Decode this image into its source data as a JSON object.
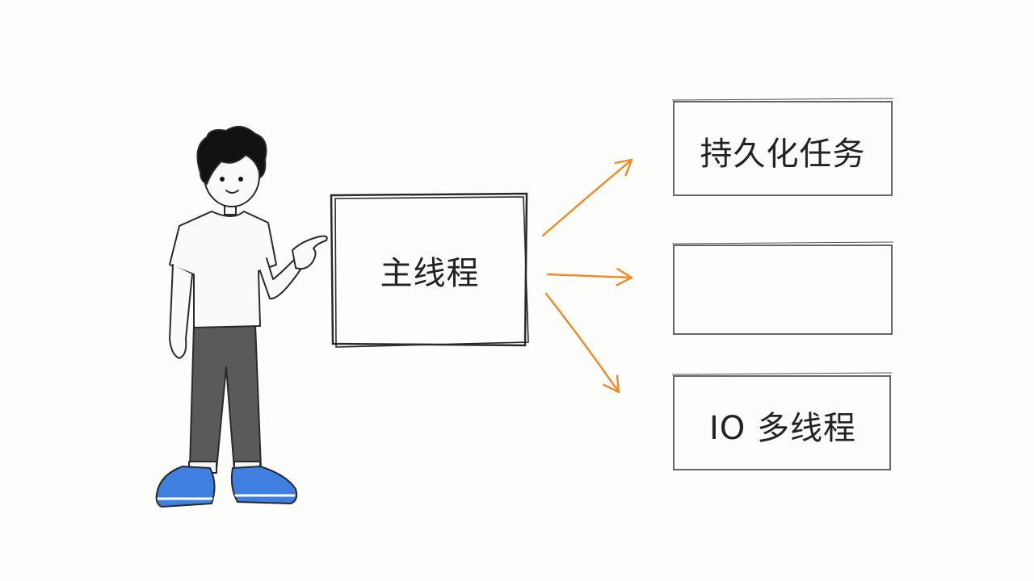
{
  "main_thread": {
    "label": "主线程"
  },
  "tasks": [
    {
      "label": "持久化任务"
    },
    {
      "label": ""
    },
    {
      "label": "IO 多线程"
    }
  ],
  "colors": {
    "arrow": "#f08a24",
    "ink": "#2a2a2a",
    "shirt": "#fafafa",
    "pants": "#5a5a5a",
    "shoes": "#3f7fe0",
    "hair": "#111111"
  },
  "icons": {
    "presenter": "cartoon-presenter-pointing",
    "arrow": "arrow-right"
  }
}
